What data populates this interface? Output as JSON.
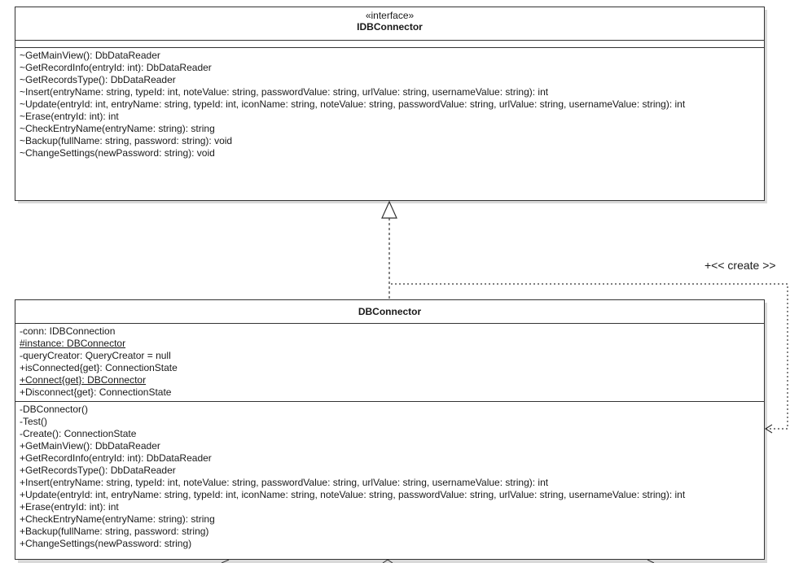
{
  "interface_class": {
    "stereotype": "«interface»",
    "name": "IDBConnector",
    "attributes": [],
    "operations": [
      "~GetMainView(): DbDataReader",
      "~GetRecordInfo(entryId: int): DbDataReader",
      "~GetRecordsType(): DbDataReader",
      "~Insert(entryName: string, typeId: int, noteValue: string, passwordValue: string, urlValue: string, usernameValue: string): int",
      "~Update(entryId: int, entryName: string, typeId: int, iconName: string, noteValue: string, passwordValue: string, urlValue: string, usernameValue: string): int",
      "~Erase(entryId: int): int",
      "~CheckEntryName(entryName: string): string",
      "~Backup(fullName: string, password: string): void",
      "~ChangeSettings(newPassword: string): void"
    ]
  },
  "impl_class": {
    "name": "DBConnector",
    "attributes": [
      "-conn: IDBConnection",
      "#instance: DBConnector",
      "-queryCreator: QueryCreator = null",
      "+isConnected{get}: ConnectionState",
      "+Connect{get}: DBConnector",
      "+Disconnect{get}: ConnectionState"
    ],
    "operations": [
      "-DBConnector()",
      "-Test()",
      "-Create(): ConnectionState",
      "+GetMainView(): DbDataReader",
      "+GetRecordInfo(entryId: int): DbDataReader",
      "+GetRecordsType(): DbDataReader",
      "+Insert(entryName: string, typeId: int, noteValue: string, passwordValue: string, urlValue: string, usernameValue: string): int",
      "+Update(entryId: int, entryName: string, typeId: int, iconName: string, noteValue: string, passwordValue: string, urlValue: string, usernameValue: string): int",
      "+Erase(entryId: int): int",
      "+CheckEntryName(entryName: string): string",
      "+Backup(fullName: string, password: string)",
      "+ChangeSettings(newPassword: string)"
    ]
  },
  "relations": {
    "self_dependency_label": "+<< create >>"
  },
  "colors": {
    "line": "#333333",
    "shadow": "#d9d9d9",
    "background": "#ffffff"
  }
}
